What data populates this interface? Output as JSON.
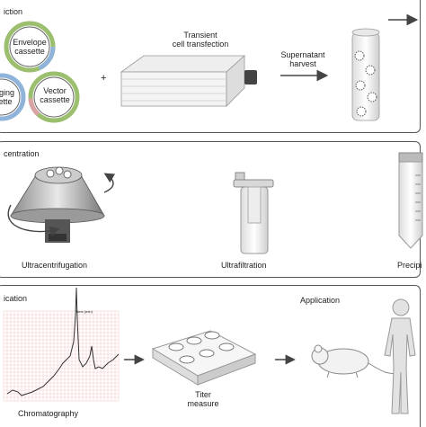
{
  "sections": [
    {
      "title": "iction",
      "labels": {
        "envelope": [
          "Envelope",
          "cassette"
        ],
        "packaging": [
          "aging",
          "sette"
        ],
        "vector": [
          "Vector",
          "cassette"
        ],
        "plus": "+",
        "transfection": [
          "Transient",
          "cell transfection"
        ],
        "harvest": [
          "Supernatant",
          "harvest"
        ]
      }
    },
    {
      "title": "centration",
      "labels": {
        "ultracentrifugation": "Ultracentrifugation",
        "ultrafiltration": "Ultrafiltration",
        "precipitation": "Precipi"
      }
    },
    {
      "title": "ication",
      "labels": {
        "chart_axis": "Time (min)",
        "chromatography": "Chromatography",
        "titer": [
          "Titer",
          "measure"
        ],
        "application": "Application"
      }
    }
  ],
  "colors": {
    "border": "#555555",
    "arrow": "#444444",
    "plasmid_green": "#9bbf6e",
    "plasmid_blue": "#8fb3d9",
    "grid": "#f2b8b8",
    "trace": "#333333"
  }
}
